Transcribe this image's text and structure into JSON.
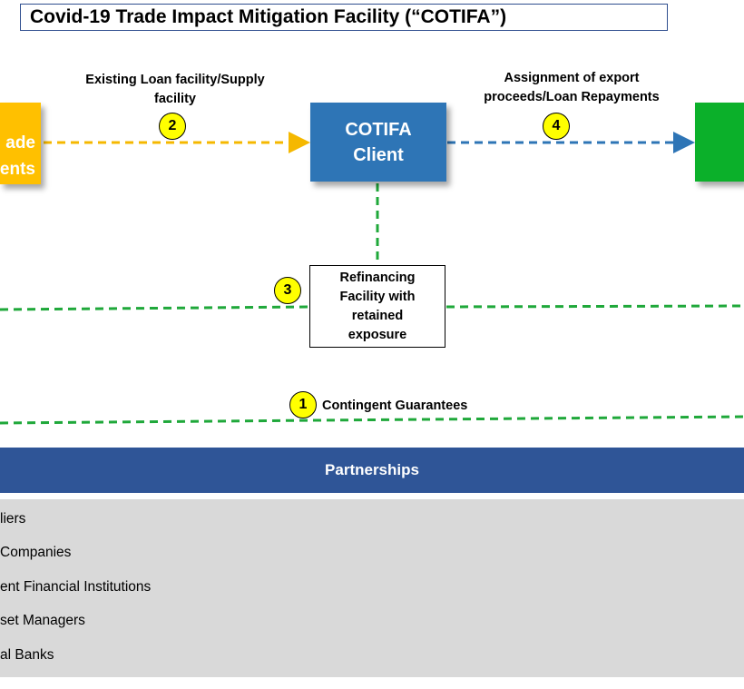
{
  "title": "Covid-19 Trade Impact Mitigation Facility (“COTIFA”)",
  "left_box": {
    "lines": [
      "ade",
      "ents"
    ]
  },
  "client_box": {
    "lines": [
      "COTIFA",
      "Client"
    ]
  },
  "refinancing_box": {
    "lines": [
      "Refinancing",
      "Facility with",
      "retained",
      "exposure"
    ]
  },
  "flows": {
    "step2": {
      "number": "2",
      "label_lines": [
        "Existing Loan facility/Supply",
        "facility"
      ]
    },
    "step4": {
      "number": "4",
      "label_lines": [
        "Assignment of export",
        "proceeds/Loan Repayments"
      ]
    },
    "step3": {
      "number": "3"
    },
    "step1": {
      "number": "1",
      "label": "Contingent Guarantees"
    }
  },
  "colors": {
    "yellow": "#ffc000",
    "client_blue": "#2e75b6",
    "green": "#0bb02a",
    "header_blue": "#2f5597",
    "arrow_yellow": "#f5b800",
    "arrow_blue": "#2e75b6",
    "arrow_green": "#1fa83a",
    "list_gray": "#d9d9d9"
  },
  "partnerships": {
    "header": "Partnerships",
    "items": [
      "liers",
      "Companies",
      "ent Financial Institutions",
      "set Managers",
      "al Banks"
    ]
  }
}
